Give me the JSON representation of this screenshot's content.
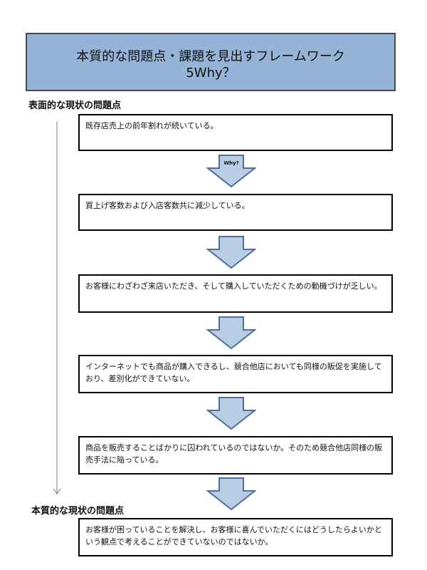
{
  "title": {
    "line1": "本質的な問題点・課題を見出すフレームワーク",
    "line2": "5Why？"
  },
  "labels": {
    "surface": "表面的な現状の問題点",
    "essential": "本質的な現状の問題点"
  },
  "steps": [
    "既存店売上の前年割れが続いている。",
    "買上げ客数および入店客数共に減少している。",
    "お客様にわざわざ来店いただき、そして購入していただくための動機づけが乏しい。",
    "インターネットでも商品が購入できるし、競合他店においても同様の販促を実施しており、差別化ができていない。",
    "商品を販売することばかりに囚われているのではないか。そのため競合他店同様の販売手法に陥っている。",
    "お客様が困っていることを解決し、お客様に喜んでいただくにはどうしたらよいかという観点で考えることができていないのではないか。"
  ],
  "why_label": "Why?",
  "colors": {
    "title_fill": "#95b3d7",
    "arrow_fill": "#b8cce4",
    "arrow_stroke": "#4f6e98"
  }
}
